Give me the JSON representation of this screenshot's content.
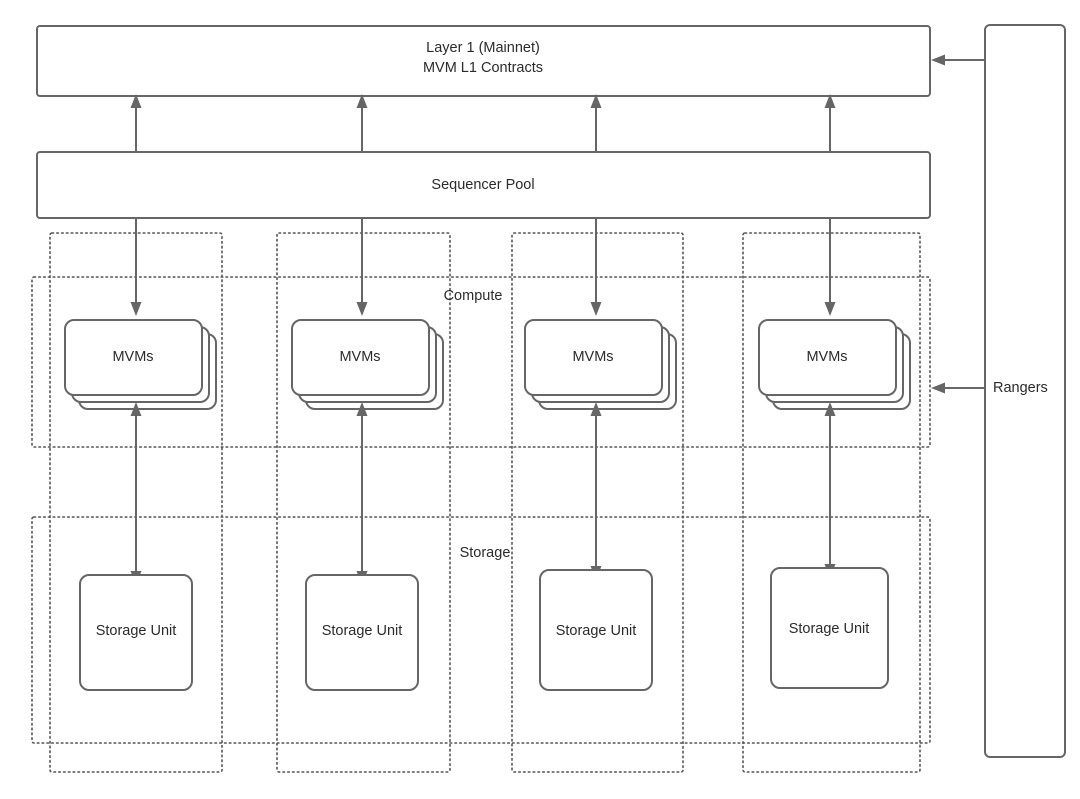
{
  "diagram": {
    "title_line1": "Layer 1 (Mainnet)",
    "title_line2": "MVM L1 Contracts",
    "sequencer_label": "Sequencer Pool",
    "compute_band_label": "Compute",
    "storage_band_label": "Storage",
    "rangers_label": "Rangers",
    "mvm_label": "MVMs",
    "storage_unit_label": "Storage Unit",
    "columns": [
      {
        "mvm": "MVMs",
        "storage": "Storage Unit"
      },
      {
        "mvm": "MVMs",
        "storage": "Storage Unit"
      },
      {
        "mvm": "MVMs",
        "storage": "Storage Unit"
      },
      {
        "mvm": "MVMs",
        "storage": "Storage Unit"
      }
    ],
    "colors": {
      "stroke": "#666666",
      "dotted_stroke": "#555555",
      "fill": "#ffffff",
      "text": "#2b2b2b",
      "background": "#ffffff"
    }
  }
}
